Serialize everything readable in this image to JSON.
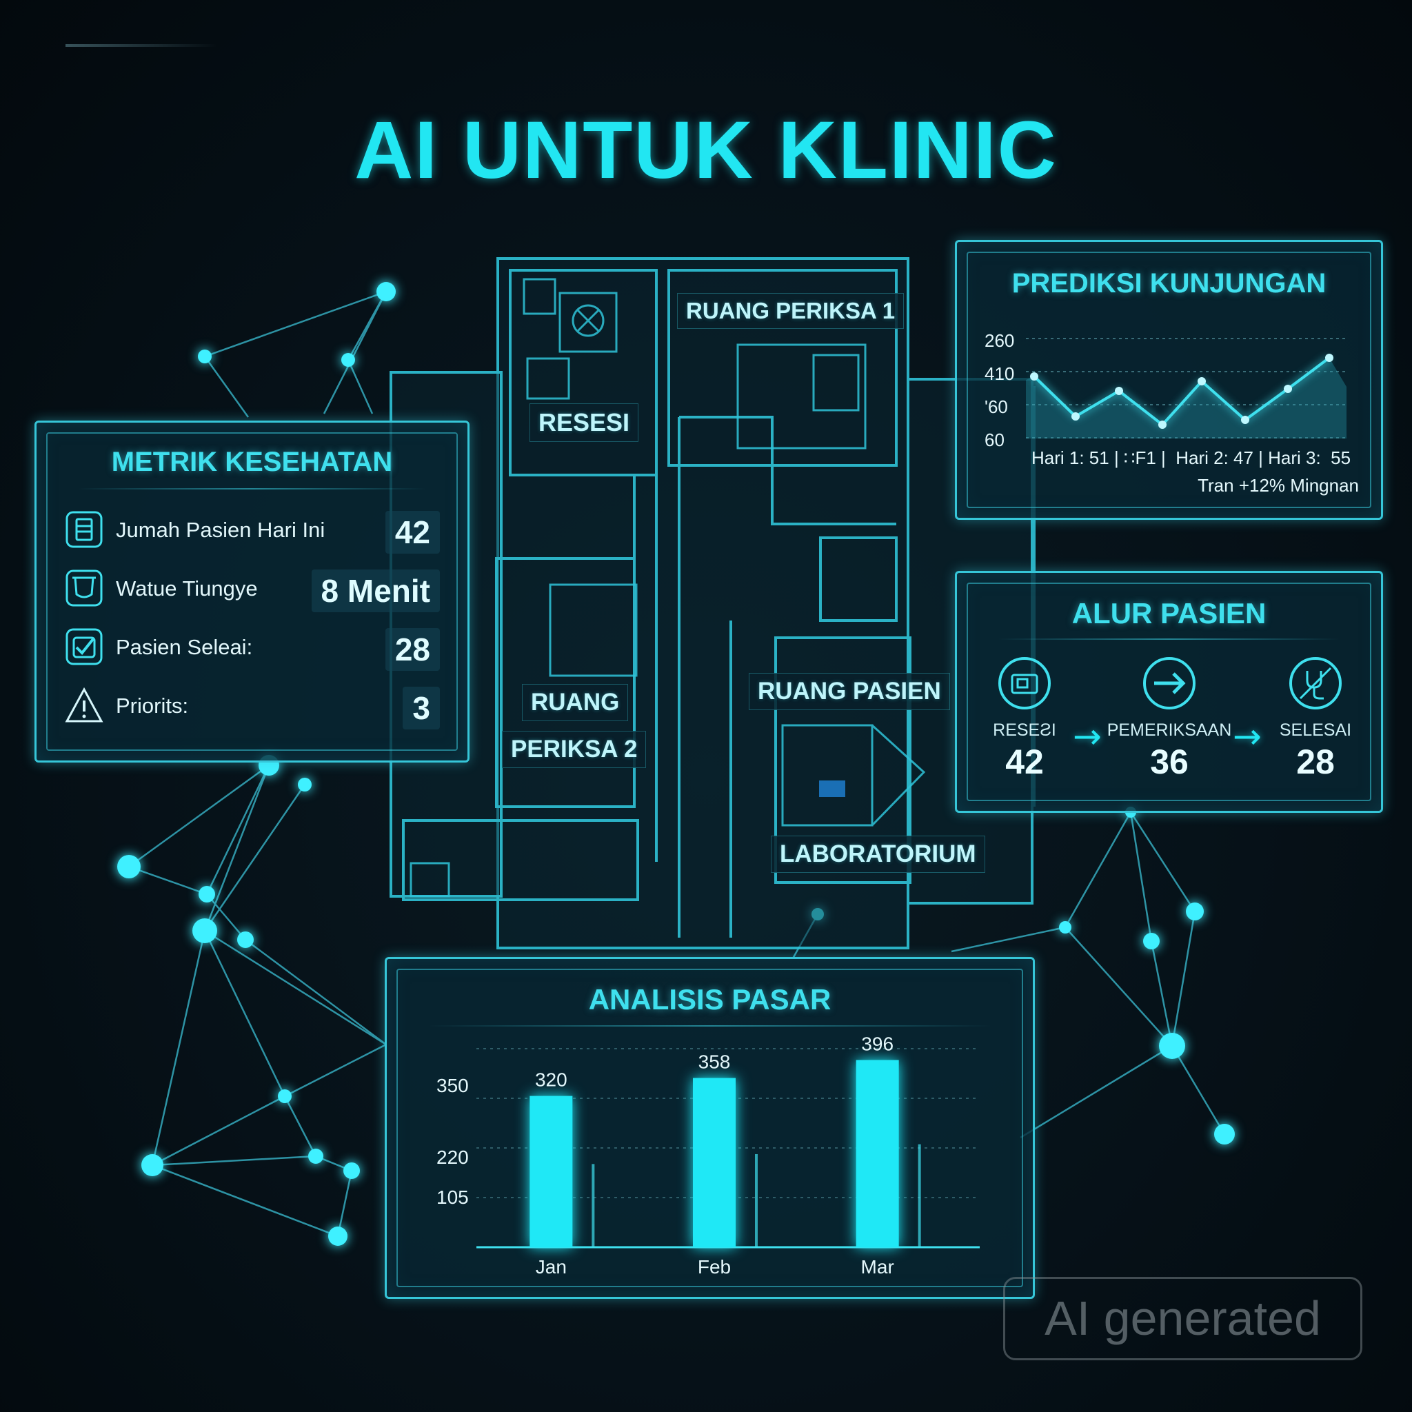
{
  "title": "AI UNTUK KLINIC",
  "colors": {
    "accent": "#22e6f2",
    "panel_border": "#36c6d8",
    "background": "#061118"
  },
  "metrics_panel": {
    "title": "METRIK KESEHATAN",
    "items": [
      {
        "icon": "clipboard-icon",
        "label": "Jumah Pasien Hari Ini",
        "value": "42"
      },
      {
        "icon": "cup-icon",
        "label": "Watue Tiungye",
        "value": "8 Menit"
      },
      {
        "icon": "checkbox-icon",
        "label": "Pasien Seleai:",
        "value": "28"
      },
      {
        "icon": "warning-icon",
        "label": "Priorits:",
        "value": "3"
      }
    ]
  },
  "floor_plan": {
    "rooms": {
      "resesi": "RESESI",
      "ruang_periksa_1": "RUANG PERIKSA 1",
      "ruang_periksa_2_line1": "RUANG",
      "ruang_periksa_2_line2": "PERIKSA 2",
      "ruang_pasien": "RUANG PASIEN",
      "laboratorium": "LABORATORIUM"
    }
  },
  "prediction_panel": {
    "title": "PREDIKSI KUNJUNGAN",
    "y_ticks": [
      "260",
      "410",
      "'60",
      "60"
    ],
    "caption": "Hari 1: 51 | ∷F1 |  Hari 2: 47 | Hari 3:  55",
    "trend": "Tran +12% Mingnan"
  },
  "flow_panel": {
    "title": "ALUR PASIEN",
    "steps": [
      {
        "icon": "reception-icon",
        "label": "RESEƧI",
        "value": "42"
      },
      {
        "icon": "arrow-right-circle-icon",
        "label": "PEMERIKSAAN",
        "value": "36"
      },
      {
        "icon": "stethoscope-icon",
        "label": "SELESAI",
        "value": "28"
      }
    ],
    "arrow": "→"
  },
  "chart_data": {
    "type": "bar",
    "title": "ANALISIS PASAR",
    "categories": [
      "Jan",
      "Feb",
      "Mar"
    ],
    "values": [
      320,
      358,
      396
    ],
    "y_ticks": [
      "350",
      "220",
      "105"
    ],
    "ylim": [
      0,
      420
    ],
    "grid": true,
    "xlabel": "",
    "ylabel": ""
  },
  "watermark": "AI generated"
}
